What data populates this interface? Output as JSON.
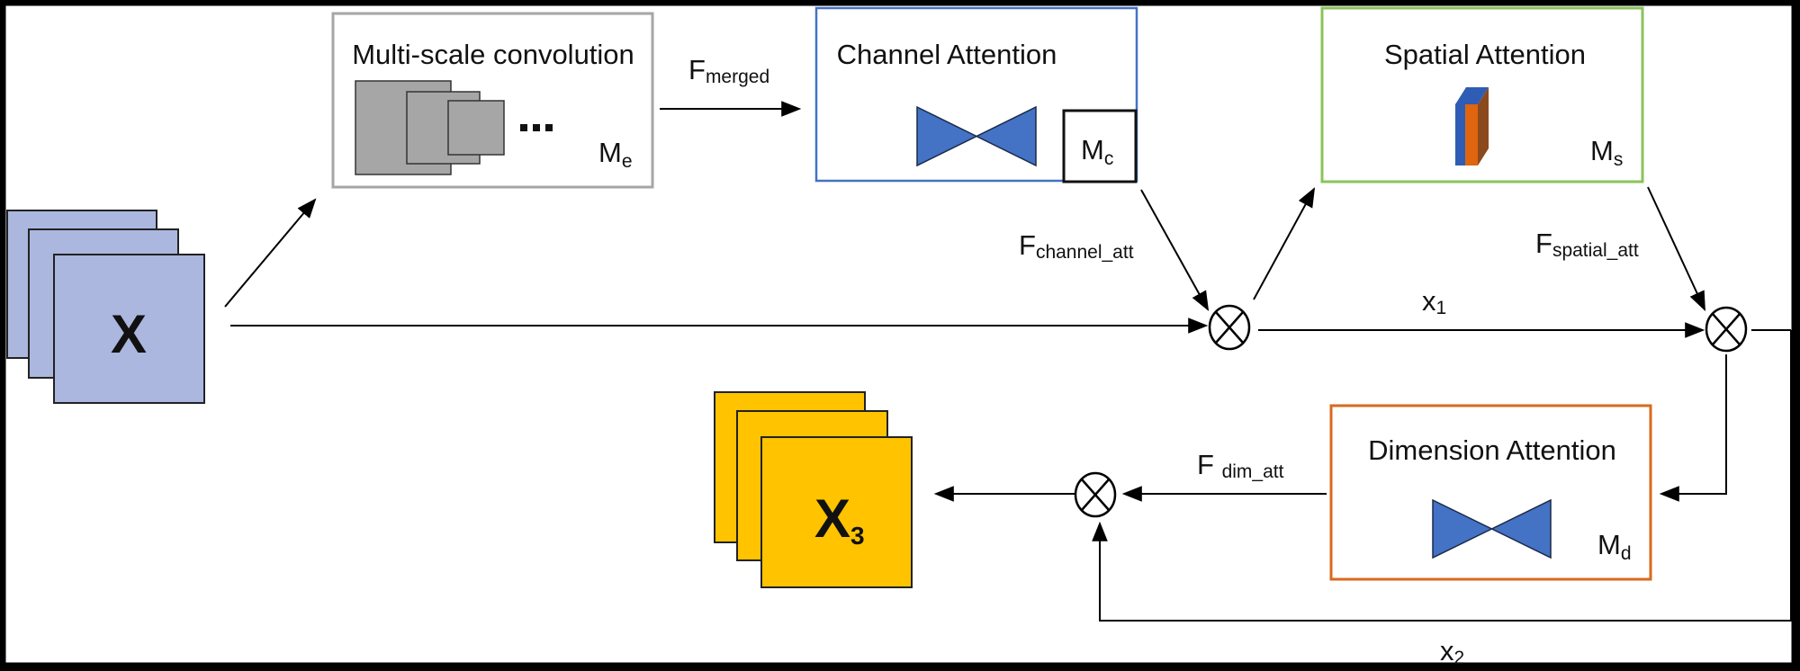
{
  "diagram": {
    "colors": {
      "frame": "#000000",
      "background": "#ffffff",
      "input_fill": "#abb7de",
      "output_fill": "#ffc300",
      "multiscale_border": "#a6a6a6",
      "multiscale_fill": "#a6a6a6",
      "channel_border": "#4472c4",
      "spatial_border": "#8bc35a",
      "dimension_border": "#d9691f",
      "bowtie_fill": "#4472c4",
      "bar_blue": "#2f5db5",
      "bar_orange": "#e0650f",
      "bar_brown": "#8a4a1e",
      "line": "#000000"
    },
    "input": {
      "label": "X",
      "subscript": ""
    },
    "output": {
      "label": "X",
      "subscript": "3"
    },
    "blocks": {
      "multiscale": {
        "title": "Multi-scale convolution",
        "ellipsis": "...",
        "symbol": "M",
        "symbol_sub": "e"
      },
      "channel": {
        "title": "Channel Attention",
        "symbol": "M",
        "symbol_sub": "c"
      },
      "spatial": {
        "title": "Spatial Attention",
        "symbol": "M",
        "symbol_sub": "s"
      },
      "dimension": {
        "title": "Dimension Attention",
        "symbol": "M",
        "symbol_sub": "d"
      }
    },
    "edge_labels": {
      "merged": {
        "main": "F",
        "sub": "merged"
      },
      "channel_att": {
        "main": "F",
        "sub": "channel_att"
      },
      "spatial_att": {
        "main": "F",
        "sub": "spatial_att"
      },
      "dim_att": {
        "main": "F ",
        "sub": "dim_att"
      },
      "x1": {
        "main": "x",
        "sub": "1"
      },
      "x2": {
        "main": "x",
        "sub": "2"
      }
    },
    "operators": {
      "multiply_symbol": "⊗"
    }
  }
}
